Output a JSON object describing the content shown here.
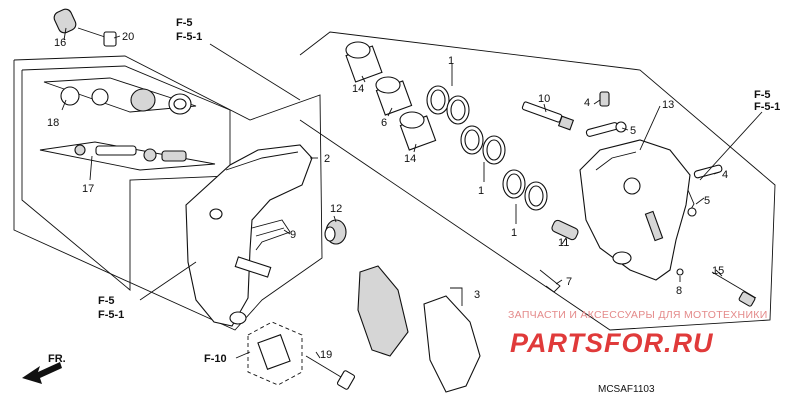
{
  "callouts": {
    "c1a": "1",
    "c1b": "1",
    "c1c": "1",
    "c2": "2",
    "c3": "3",
    "c4a": "4",
    "c4b": "4",
    "c5a": "5",
    "c5b": "5",
    "c6": "6",
    "c7": "7",
    "c8": "8",
    "c9": "9",
    "c10": "10",
    "c11": "11",
    "c12": "12",
    "c13": "13",
    "c14a": "14",
    "c14b": "14",
    "c15": "15",
    "c16": "16",
    "c17": "17",
    "c18": "18",
    "c19": "19",
    "c20": "20"
  },
  "refs": {
    "top_left": [
      "F-5",
      "F-5-1"
    ],
    "top_right": [
      "F-5",
      "F-5-1"
    ],
    "bottom_left": [
      "F-5",
      "F-5-1"
    ],
    "bottom_mid": "F-10"
  },
  "direction_label": "FR.",
  "diagram_code": "MCSAF1103",
  "watermark": {
    "caption": "ЗАПЧАСТИ И АКСЕССУАРЫ ДЛЯ МОТОТЕХНИКИ",
    "logo": "PARTSFOR.RU"
  }
}
